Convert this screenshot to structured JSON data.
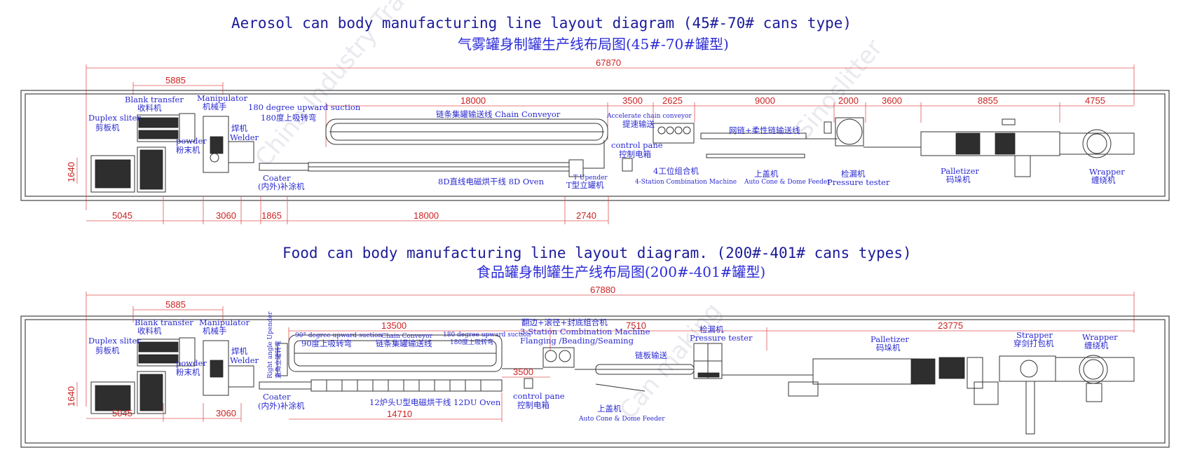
{
  "top": {
    "title_en": "Aerosol can body manufacturing line layout diagram (45#-70# cans type)",
    "title_cn": "气雾罐身制罐生产线布局图(45#-70#罐型)",
    "dims": {
      "total": "67870",
      "d5885": "5885",
      "d18000": "18000",
      "d3500": "3500",
      "d2625": "2625",
      "d9000": "9000",
      "d2000": "2000",
      "d3600": "3600",
      "d8855": "8855",
      "d4755": "4755",
      "d1640": "1640",
      "b5045": "5045",
      "b3060": "3060",
      "b1865": "1865",
      "b18000": "18000",
      "b2740": "2740"
    },
    "labels": {
      "blank_en": "Blank transfer",
      "blank_cn": "收料机",
      "manip_en": "Manipulator",
      "manip_cn": "机械手",
      "duplex_en": "Duplex sliter",
      "duplex_cn": "剪板机",
      "powder_en": "powder",
      "powder_cn": "粉末机",
      "welder_cn": "焊机",
      "welder_en": "Welder",
      "suction_en": "180 degree upward suction",
      "suction_cn": "180度上吸转弯",
      "chain": "链条集罐输送线 Chain Conveyor",
      "accel_en": "Accelerate chain conveyor",
      "accel_cn": "提速输送",
      "mesh": "网链+柔性链输送线",
      "control_en": "control pane",
      "control_cn": "控制电箱",
      "combo_cn": "4工位组合机",
      "combo_en": "4-Station Combination Machine",
      "cover_cn": "上盖机",
      "cover_en": "Auto Cone & Dome Feeder",
      "leak_cn": "检漏机",
      "leak_en": "Pressure tester",
      "palletizer_en": "Palletizer",
      "palletizer_cn": "码垛机",
      "wrapper_en": "Wrapper",
      "wrapper_cn": "缠绕机",
      "coater_en": "Coater",
      "coater_cn": "(内外)补涂机",
      "oven": "8D直线电磁烘干线 8D Oven",
      "upender_en": "T Upender",
      "upender_cn": "T型立罐机"
    }
  },
  "bottom": {
    "title_en": "Food can body manufacturing line layout diagram. (200#-401# cans types)",
    "title_cn": "食品罐身制罐生产线布局图(200#-401#罐型)",
    "dims": {
      "total": "67880",
      "d5885": "5885",
      "d13500": "13500",
      "d7510": "7510",
      "d23775": "23775",
      "d3500": "3500",
      "d1640": "1640",
      "b5045": "5045",
      "b3060": "3060",
      "b14710": "14710"
    },
    "labels": {
      "blank_en": "Blank transfer",
      "blank_cn": "收料机",
      "manip_en": "Manipulator",
      "manip_cn": "机械手",
      "duplex_en": "Duplex sliter",
      "duplex_cn": "剪板机",
      "powder_en": "powder",
      "powder_cn": "粉末机",
      "welder_cn": "焊机",
      "welder_en": "Welder",
      "suc90_en": "90° degree upward suction",
      "suc90_cn": "90度上吸转弯",
      "chain": "链条集罐输送线",
      "chain_en": "Chain Conveyor",
      "suc180_en": "180 degree upward suction",
      "suc180_cn": "180度上吸转弯",
      "flange_cn": "翻边+滚径+封底组合机",
      "flange_en1": "3-Station Combination Machine",
      "flange_en2": "Flanging /Beading/Seaming",
      "chainplate": "链板输送",
      "leak_cn": "检漏机",
      "leak_en": "Pressure tester",
      "palletizer_en": "Palletizer",
      "palletizer_cn": "码垛机",
      "strapper_en": "Strapper",
      "strapper_cn": "穿剑打包机",
      "wrapper_en": "Wrapper",
      "wrapper_cn": "缠绕机",
      "upender_en": "Right angle Upender",
      "upender_cn": "直角立罐转弯",
      "coater_en": "Coater",
      "coater_cn": "(内外)补涂机",
      "oven": "12炉头U型电磁烘干线 12DU Oven",
      "control_en": "control pane",
      "control_cn": "控制电箱",
      "cover_cn": "上盖机",
      "cover_en": "Auto Cone & Dome Feeder"
    }
  }
}
